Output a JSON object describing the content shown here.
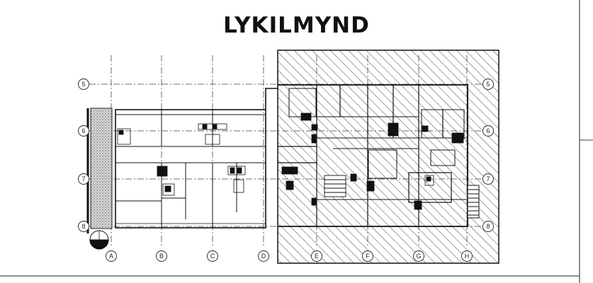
{
  "title": "LYKILMYND",
  "grid": {
    "columns": [
      "A",
      "B",
      "C",
      "D",
      "E",
      "F",
      "G",
      "H"
    ],
    "rows": [
      "5",
      "6",
      "7",
      "8"
    ]
  }
}
